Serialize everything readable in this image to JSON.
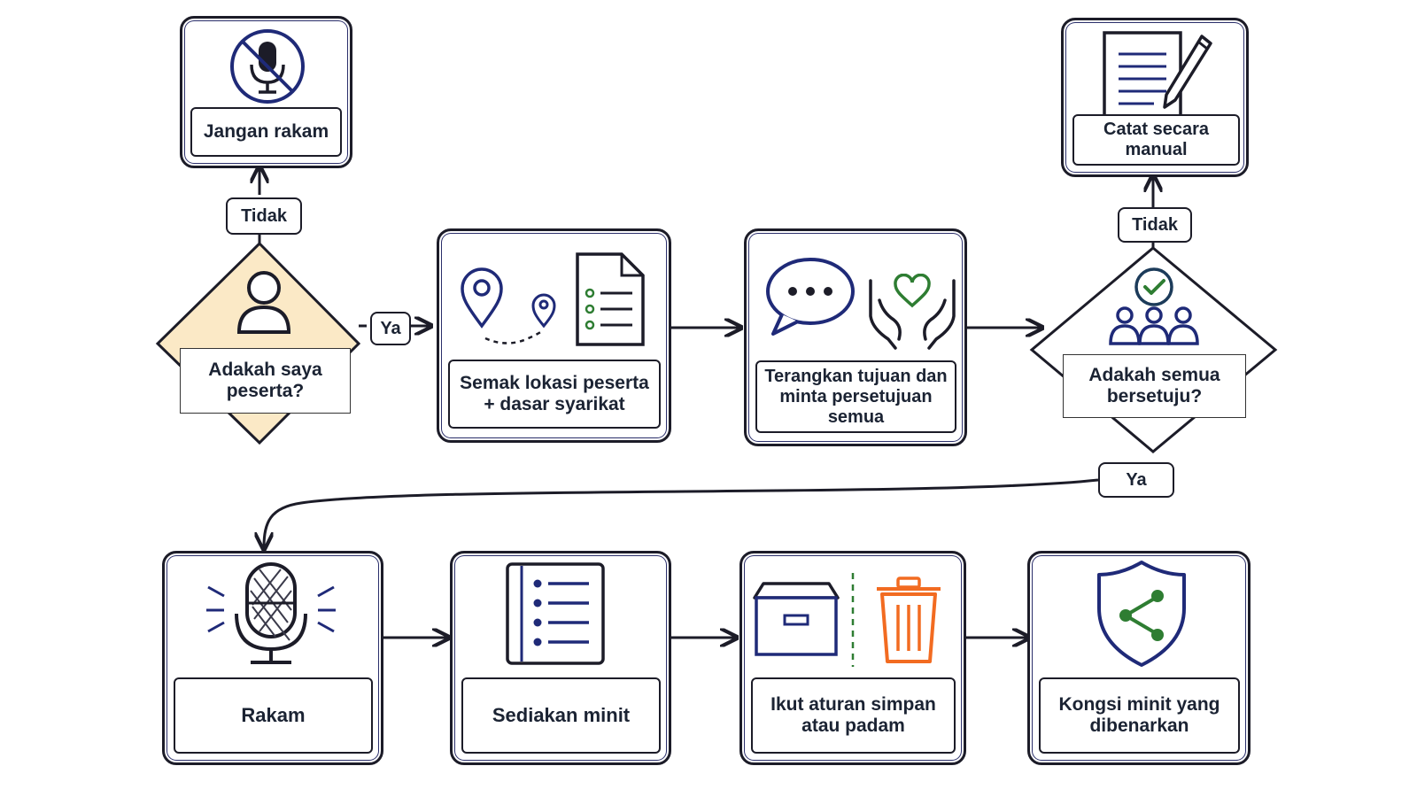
{
  "nodes": {
    "dont_record": "Jangan rakam",
    "am_i_participant": "Adakah saya peserta?",
    "check_location": "Semak lokasi peserta + dasar syarikat",
    "explain_purpose": "Terangkan tujuan dan minta persetujuan semua",
    "all_agree": "Adakah semua bersetuju?",
    "manual_notes": "Catat secara manual",
    "record": "Rakam",
    "prepare_minutes": "Sediakan minit",
    "follow_rules": "Ikut aturan simpan atau padam",
    "share_minutes": "Kongsi minit yang dibenarkan"
  },
  "edges": {
    "no_1": "Tidak",
    "yes_1": "Ya",
    "no_2": "Tidak",
    "yes_2": "Ya"
  },
  "colors": {
    "navy": "#1f2a78",
    "stroke": "#1c1c28",
    "diamond_fill": "#fbe9c6",
    "green": "#2e7d32",
    "orange": "#f26b21"
  },
  "icons": [
    "no-microphone-icon",
    "person-icon",
    "location-route-icon",
    "checklist-document-icon",
    "speech-bubble-icon",
    "heart-hands-icon",
    "group-check-icon",
    "document-pencil-icon",
    "microphone-icon",
    "list-icon",
    "archive-box-icon",
    "trash-can-icon",
    "shield-share-icon"
  ]
}
